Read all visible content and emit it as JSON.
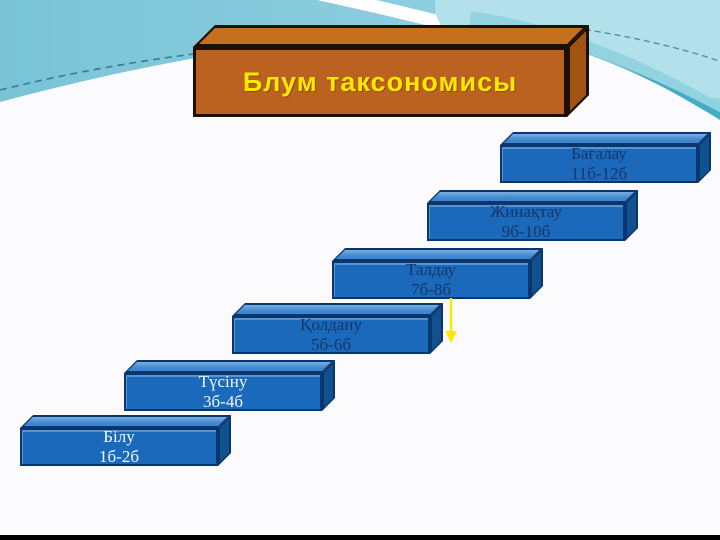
{
  "slide": {
    "title": "Блум таксономисы",
    "levels": [
      {
        "label": "Білу",
        "range": "1б-2б"
      },
      {
        "label": "Түсіну",
        "range": "3б-4б"
      },
      {
        "label": "Қолдану",
        "range": "5б-6б"
      },
      {
        "label": "Талдау",
        "range": "7б-8б"
      },
      {
        "label": "Жинақтау",
        "range": "9б-10б"
      },
      {
        "label": "Бағалау",
        "range": "11б-12б"
      }
    ],
    "colors": {
      "box_front": "#1a69ba",
      "box_top": "#3f86cf",
      "box_right": "#11518f",
      "box_border": "#0a3670",
      "box_text_dark": "#15366b",
      "box_text_light": "#f4f7fc",
      "title_front": "#bc6220",
      "title_top": "#c4711f",
      "title_right": "#a05412",
      "title_border": "#1c1002",
      "title_text": "#ffe800",
      "arrow": "#ffe800",
      "sky": "#79c3d7",
      "sky_light": "#b3e1eb",
      "curve_band": "#46acc4",
      "dash_line": "#2f7f95",
      "page_bg": "#fafafb",
      "bottom_bar": "#000000"
    }
  }
}
